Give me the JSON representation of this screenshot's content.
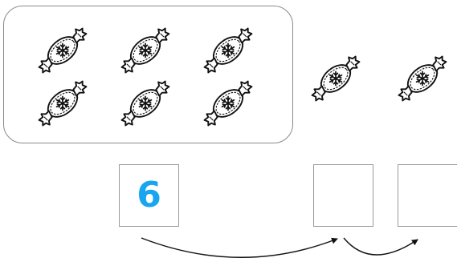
{
  "boxes": [
    {
      "name": "count-box-group",
      "value": "6"
    },
    {
      "name": "count-box-second",
      "value": ""
    },
    {
      "name": "count-box-third",
      "value": ""
    }
  ],
  "candy": {
    "grouped_count": 6,
    "loose_count": 2,
    "icon": "wrapped-candy-snowflake-icon"
  },
  "colors": {
    "number": "#19a6f0",
    "outline": "#111111",
    "box_border": "#9a9a9a",
    "group_border": "#8a8a8a"
  }
}
